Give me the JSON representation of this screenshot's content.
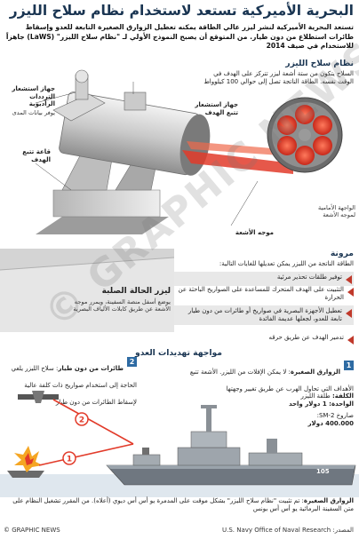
{
  "title": "البحرية الأميركية تستعد لاستخدام نظام سلاح الليزر",
  "intro": "تستعد البحرية الأميركية لنشر ليزر عالي الطاقة يمكنه تعطيل الزوارق الصغيرة التابعة للعدو وإسقاط طائرات استطلاع من دون طيار. من المتوقع أن يصبح النموذج الأولي لـ \"نظام سلاح الليزر\" (LaWS) جاهزاً للاستخدام في صيف 2014",
  "laser_system": {
    "heading": "نظام سلاح الليزر",
    "text": "السلاح يتكون من ستة أشعة ليزر تتركز على الهدف في الوقت نفسه. الطاقة الناتجة تصل إلى حوالي 100 كيلوواط"
  },
  "diagram_labels": {
    "radar": "جهاز استشعار الترددات الراديوية",
    "radar_sub": "يوفر بيانات المدى",
    "tracking_sensor": "جهاز استشعار تتبع الهدف",
    "target_base": "قاعة تتبع الهدف",
    "beam_director": "موجه الأشعة",
    "front_face": "الواجهة الأمامية لموجه الأشعة",
    "solid_laser": "ليزر الحالة الصلبة",
    "solid_laser_sub": "يوضع أسفل منصة السفينة، ويمرر موجه الأشعة عن طريق كابلات الألياف البصرية"
  },
  "flexibility": {
    "heading": "مرونة",
    "text": "الطاقة الناتجة من الليزر يمكن تعديلها للغايات التالية:",
    "items": [
      "توفير طلقات تحذير مرئية",
      "التثبيت على الهدف المتحرك للمساعدة على الصواريخ الباحثة عن الحرارة",
      "تعطيل الأجهزة البصرية في صواريخ أو طائرات من دون طيار تابعة للعدو، لجعلها عديمة الفائدة",
      "تدمير الهدف عن طريق حرقه"
    ]
  },
  "threats": {
    "heading": "مواجهة تهديدات العدو",
    "item1_title": "الزوارق الصغيرة",
    "item1_text": ": لا يمكن الإفلات من الليزر. الأشعة تتبع الأهداف التي تحاول الهرب عن طريق تغيير وجهتها",
    "item2_title": "طائرات من دون طيار",
    "item2_text": ": سلاح الليزر يلغي الحاجة إلى استخدام صواريخ ذات كلفة عالية لإسقاط الطائرات من دون طيار",
    "num1": "1",
    "num2": "2"
  },
  "cost": {
    "heading": "الكلفة",
    "line1_label": "طلقة الليزر",
    "line1_prefix": "الكلفة:",
    "line2": "الواحدة: 1 دولار واحد",
    "line3_label": "صاروخ SM-2:",
    "line3_value": "400.000 دولار"
  },
  "ship_number": "105",
  "bottom_note": {
    "title": "الزوارق الصغيرة",
    "text": ": تم تثبيت \"نظام سلاح الليزر\" بشكل موقت على المدمرة يو أس أس ديوي (أعلاه). من المقرر تشغيل النظام على متن السفينة البرمائية يو أس أس بونس"
  },
  "footer": {
    "credit": "© GRAPHIC NEWS",
    "source": "المصدر: U.S. Navy Office of Naval Research"
  },
  "watermark": "© GRAPHIC NEWS",
  "colors": {
    "title": "#1a3552",
    "accent_red": "#c0392b",
    "beam": "#e23b2a",
    "number_badge": "#2e6ba3"
  }
}
